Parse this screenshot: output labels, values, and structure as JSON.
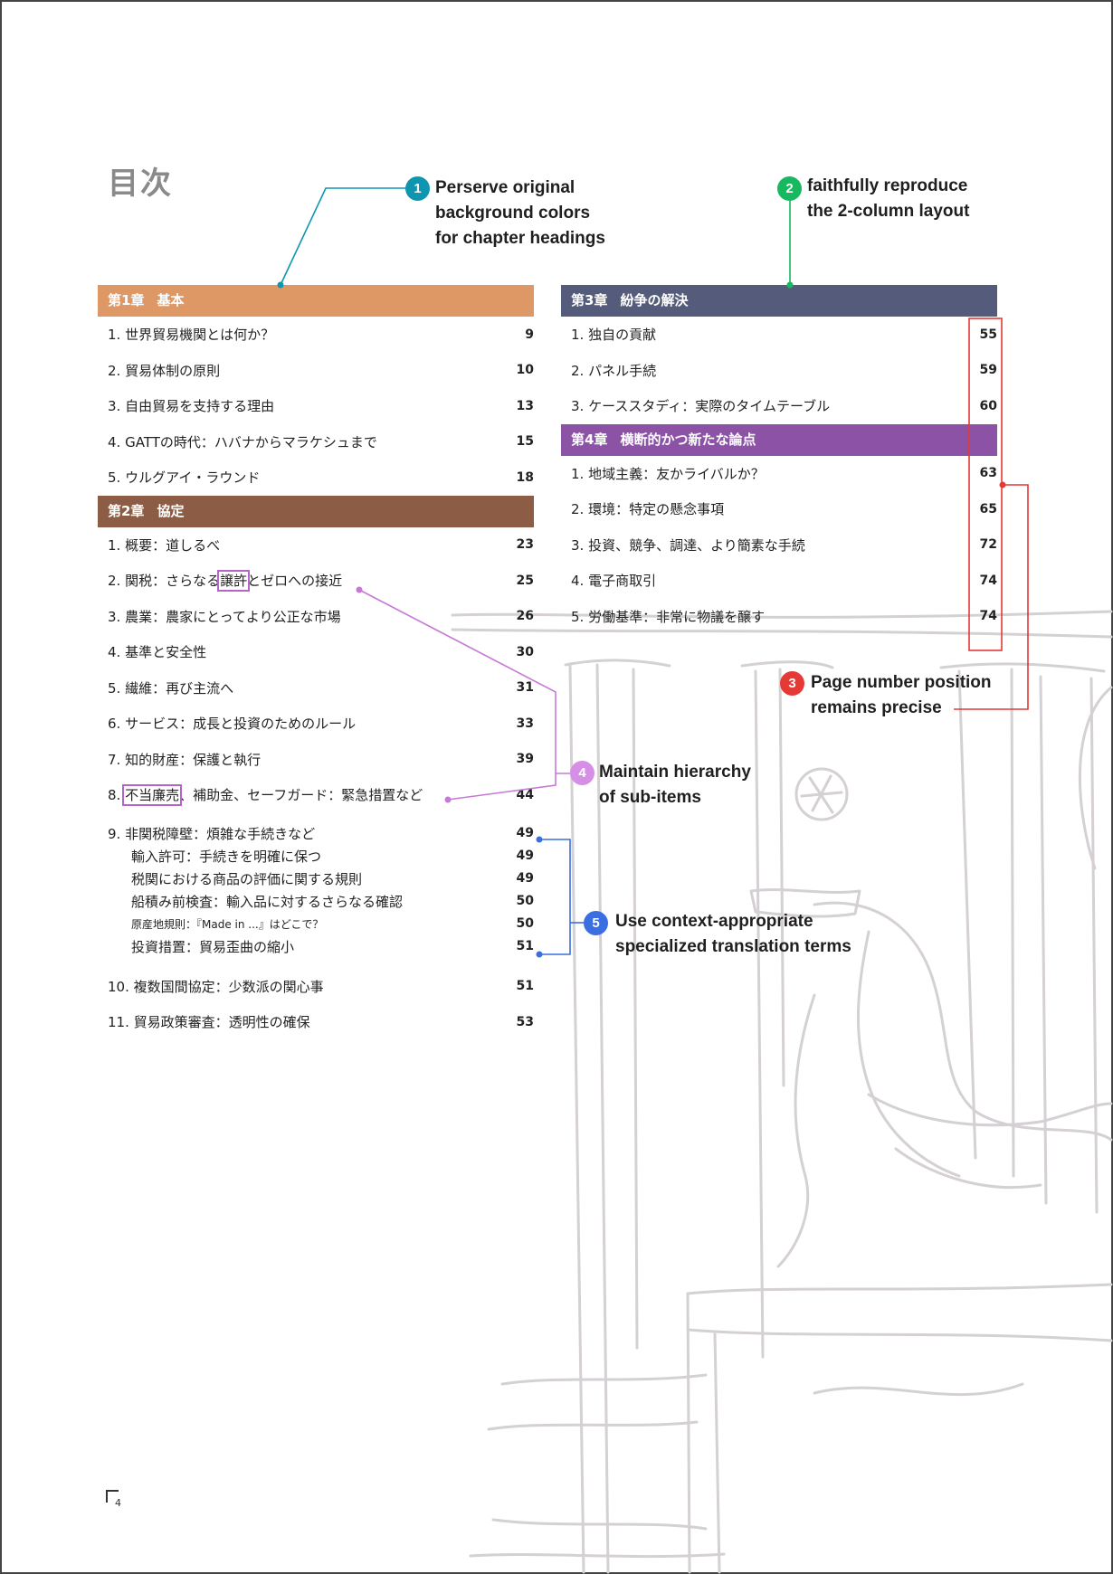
{
  "page_title": "目次",
  "page_number": "4",
  "colors": {
    "chapter1": "#de9865",
    "chapter2": "#8c5c45",
    "chapter3": "#555b7a",
    "chapter4": "#8c52a6",
    "note1": "#0e96b0",
    "note2": "#17b860",
    "note3": "#e53935",
    "note4": "#d68ee6",
    "note5": "#3b6ee0"
  },
  "chapters": [
    {
      "number": "第1章",
      "title": "基本",
      "items": [
        {
          "text": "1. 世界貿易機関とは何か？",
          "page": "9"
        },
        {
          "text": "2. 貿易体制の原則",
          "page": "10"
        },
        {
          "text": "3. 自由貿易を支持する理由",
          "page": "13"
        },
        {
          "text": "4. GATTの時代：ハバナからマラケシュまで",
          "page": "15"
        },
        {
          "text": "5. ウルグアイ・ラウンド",
          "page": "18"
        }
      ]
    },
    {
      "number": "第2章",
      "title": "協定",
      "items": [
        {
          "text": "1. 概要：道しるべ",
          "page": "23"
        },
        {
          "text_pre": "2. 関税：さらなる",
          "text_hl": "譲許",
          "text_post": "とゼロへの接近",
          "page": "25"
        },
        {
          "text": "3. 農業：農家にとってより公正な市場",
          "page": "26"
        },
        {
          "text": "4. 基準と安全性",
          "page": "30"
        },
        {
          "text": "5. 繊維：再び主流へ",
          "page": "31"
        },
        {
          "text": "6. サービス：成長と投資のためのルール",
          "page": "33"
        },
        {
          "text": "7. 知的財産：保護と執行",
          "page": "39"
        },
        {
          "text_pre": "8. ",
          "text_hl": "不当廉売",
          "text_post": "、補助金、セーフガード：緊急措置など",
          "page": "44"
        }
      ],
      "item9": {
        "text": "9. 非関税障壁：煩雑な手続きなど",
        "page": "49"
      },
      "sub_items": [
        {
          "text": "輸入許可：手続きを明確に保つ",
          "page": "49"
        },
        {
          "text": "税関における商品の評価に関する規則",
          "page": "49"
        },
        {
          "text": "船積み前検査：輸入品に対するさらなる確認",
          "page": "50"
        },
        {
          "text": "原産地規則：『Made in ...』はどこで？",
          "page": "50"
        },
        {
          "text": "投資措置：貿易歪曲の縮小",
          "page": "51"
        }
      ],
      "tail_items": [
        {
          "text": "10. 複数国間協定：少数派の関心事",
          "page": "51"
        },
        {
          "text": "11. 貿易政策審査：透明性の確保",
          "page": "53"
        }
      ]
    },
    {
      "number": "第3章",
      "title": "紛争の解決",
      "items": [
        {
          "text": "1. 独自の貢献",
          "page": "55"
        },
        {
          "text": "2. パネル手続",
          "page": "59"
        },
        {
          "text": "3. ケーススタディ：実際のタイムテーブル",
          "page": "60"
        }
      ]
    },
    {
      "number": "第4章",
      "title": "横断的かつ新たな論点",
      "items": [
        {
          "text": "1. 地域主義：友かライバルか？",
          "page": "63"
        },
        {
          "text": "2. 環境：特定の懸念事項",
          "page": "65"
        },
        {
          "text": "3. 投資、競争、調達、より簡素な手続",
          "page": "72"
        },
        {
          "text": "4. 電子商取引",
          "page": "74"
        },
        {
          "text": "5. 労働基準：非常に物議を醸す",
          "page": "74"
        }
      ]
    }
  ],
  "annotations": [
    {
      "badge": "1",
      "text": "Perserve original\nbackground colors\nfor chapter headings"
    },
    {
      "badge": "2",
      "text": "faithfully reproduce\nthe 2-column layout"
    },
    {
      "badge": "3",
      "text": "Page number position\nremains precise"
    },
    {
      "badge": "4",
      "text": "Maintain hierarchy\nof sub-items"
    },
    {
      "badge": "5",
      "text": "Use context-appropriate\nspecialized translation terms"
    }
  ]
}
